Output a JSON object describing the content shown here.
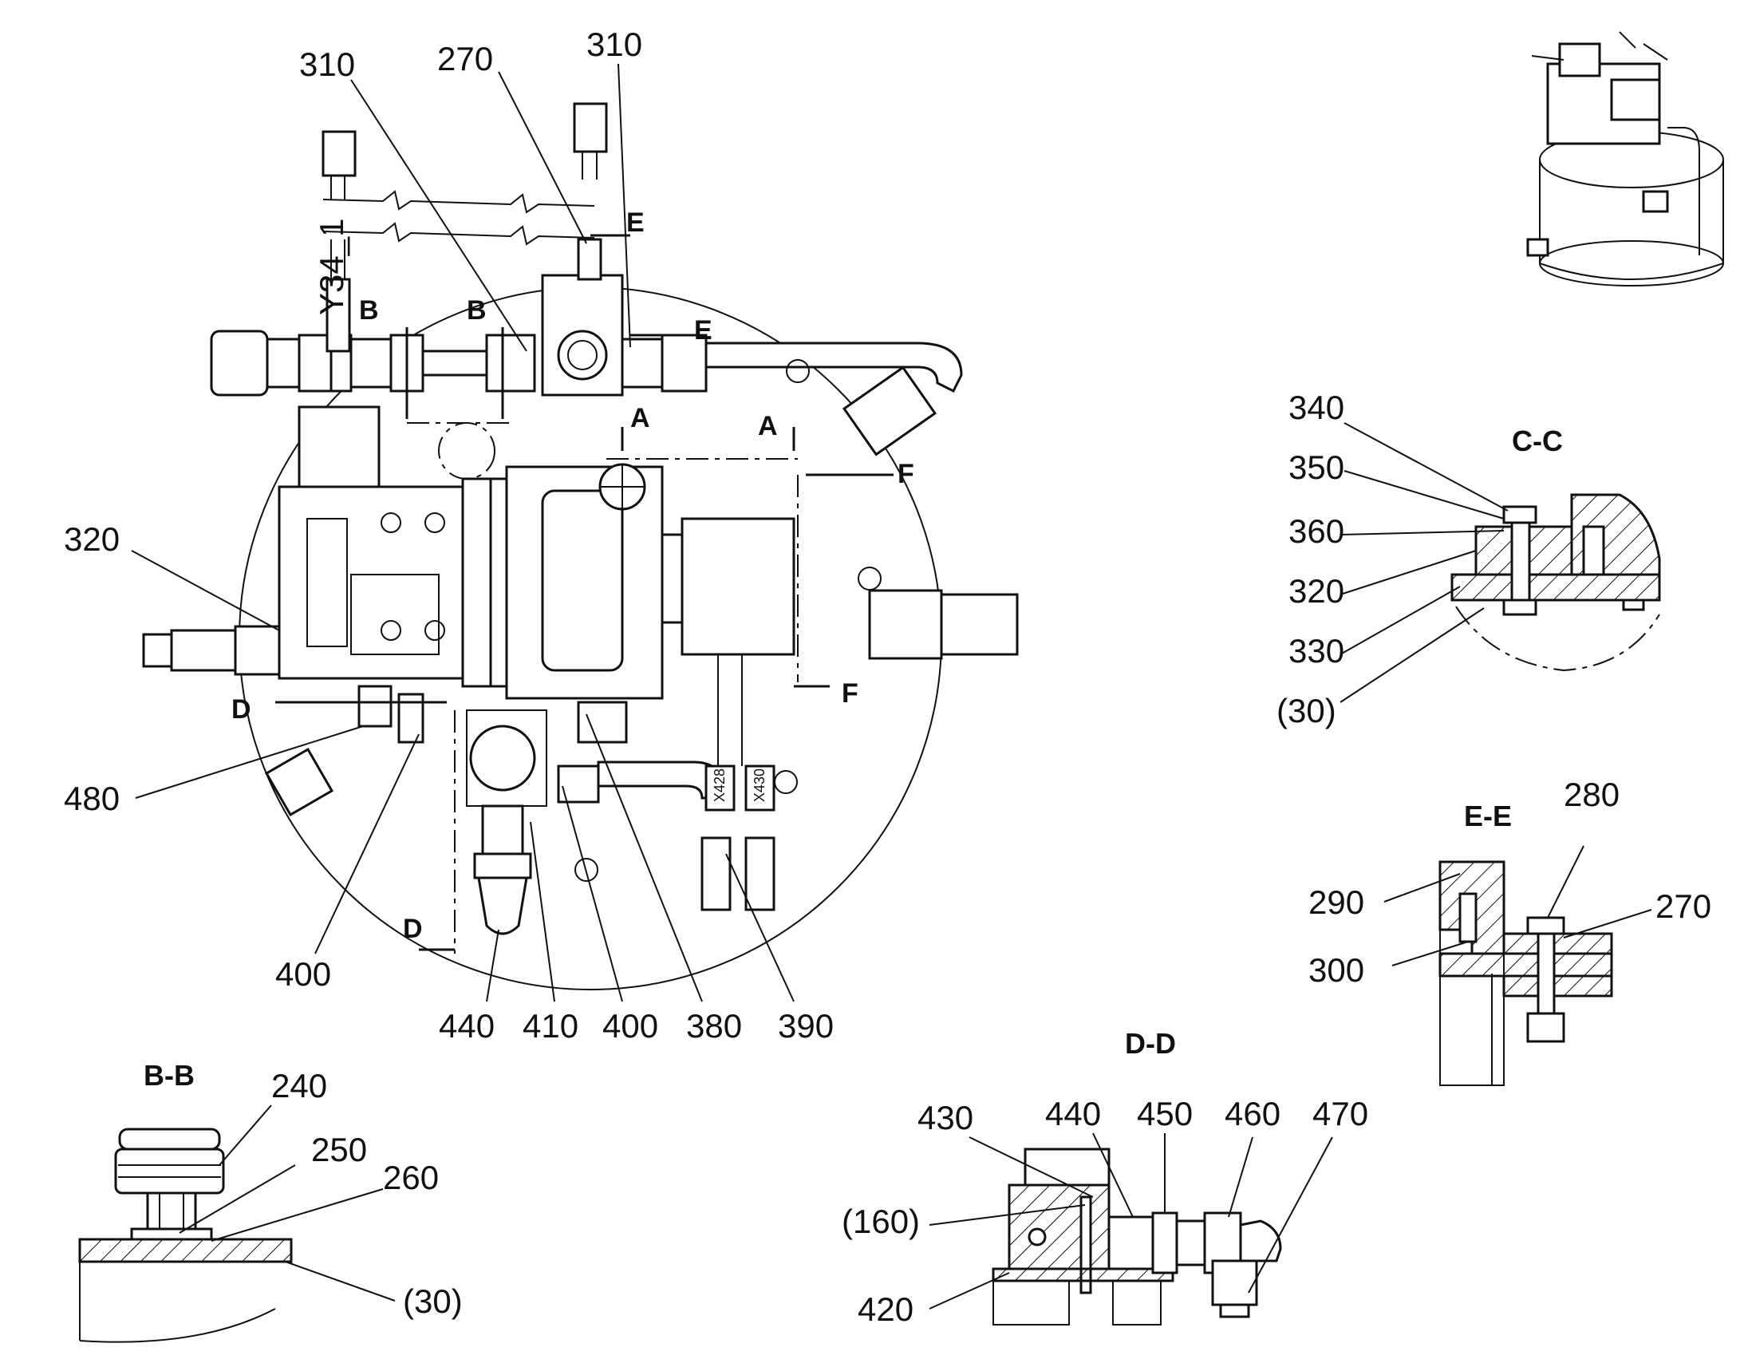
{
  "main_view": {
    "callouts": [
      "310",
      "270",
      "310",
      "320",
      "480",
      "400",
      "440",
      "410",
      "400",
      "380",
      "390"
    ],
    "section_markers": [
      "B",
      "B",
      "E",
      "E",
      "A",
      "A",
      "F",
      "F",
      "D",
      "D"
    ],
    "wire_tags": [
      "Y34_1",
      "X428",
      "X430"
    ]
  },
  "section_cc": {
    "title": "C-C",
    "callouts": [
      "340",
      "350",
      "360",
      "320",
      "330",
      "(30)"
    ]
  },
  "section_ee": {
    "title": "E-E",
    "callouts": [
      "280",
      "290",
      "270",
      "300"
    ]
  },
  "section_dd": {
    "title": "D-D",
    "callouts": [
      "430",
      "440",
      "450",
      "460",
      "470",
      "(160)",
      "420"
    ]
  },
  "section_bb": {
    "title": "B-B",
    "callouts": [
      "240",
      "250",
      "260",
      "(30)"
    ]
  },
  "colors": {
    "line": "#111111",
    "background": "#ffffff"
  }
}
